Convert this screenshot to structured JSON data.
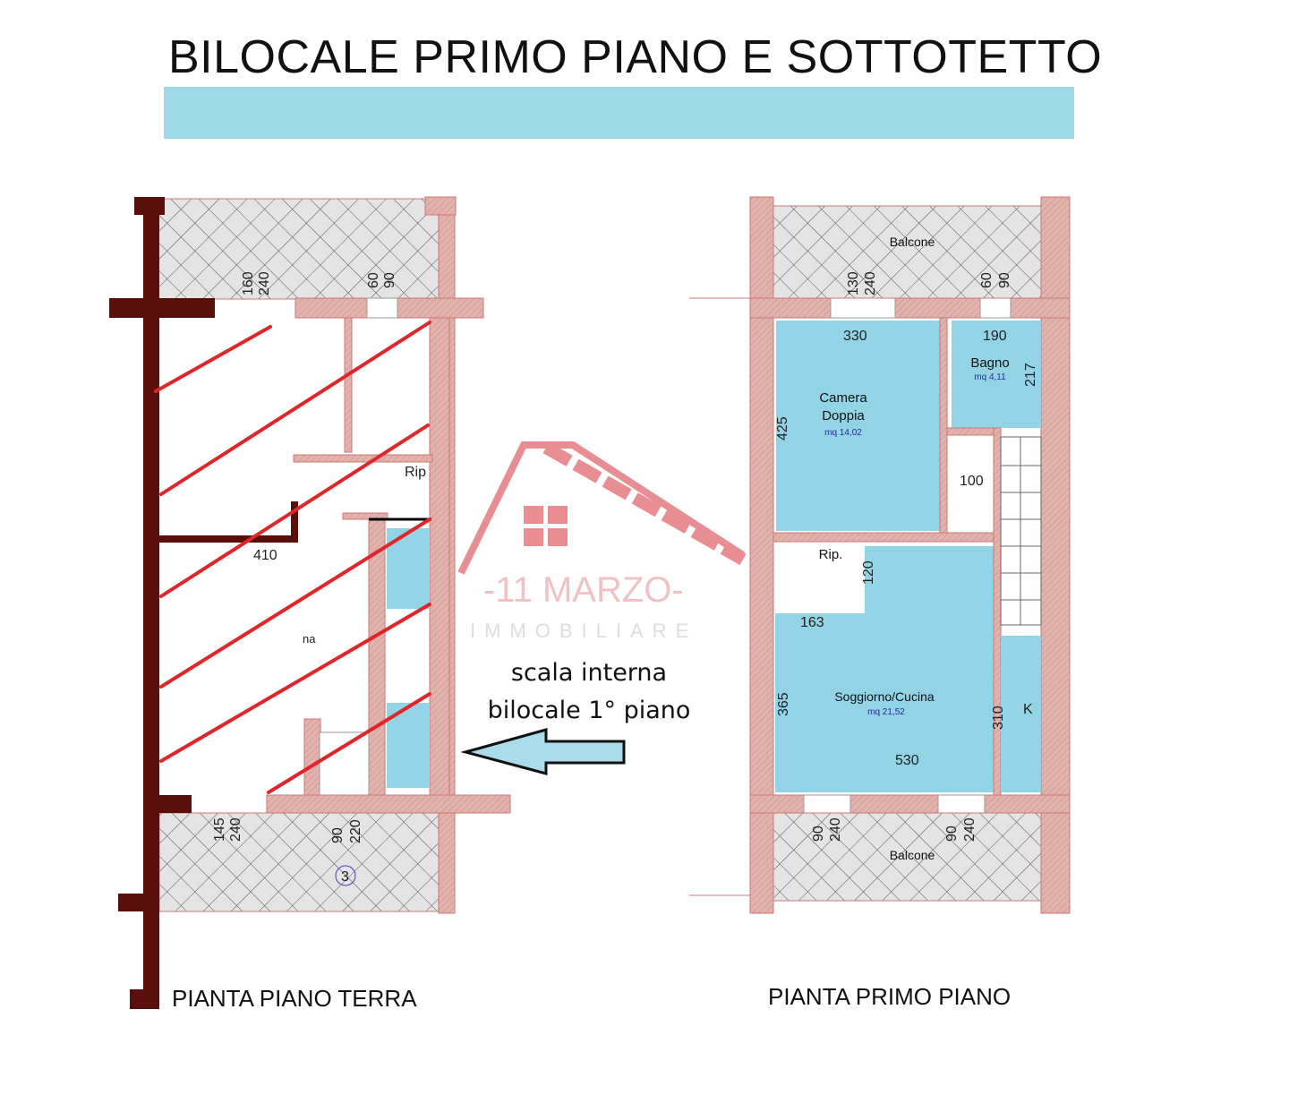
{
  "title": "BILOCALE PRIMO PIANO E SOTTOTETTO",
  "colors": {
    "banner": "#9ed9e8",
    "wall": "#d9a39d",
    "dark_wall": "#5a0f0a",
    "room_fill": "#92d4e6",
    "strike": "#e0262a",
    "arrow_fill": "#a9dbea"
  },
  "ground_floor": {
    "caption": "PIANTA PIANO TERRA",
    "dims_top": [
      "160",
      "240",
      "60",
      "90"
    ],
    "dims_bottom": [
      "145",
      "240",
      "90",
      "220"
    ],
    "partial_labels": [
      "Rip",
      "410",
      "na"
    ],
    "marker": "3"
  },
  "first_floor": {
    "caption": "PIANTA PRIMO PIANO",
    "balcony_top": "Balcone",
    "balcony_bottom": "Balcone",
    "dims_top": [
      "130",
      "240",
      "60",
      "90"
    ],
    "dims_bottom": [
      "90",
      "240",
      "90",
      "240"
    ],
    "rooms": [
      {
        "name_line1": "Camera",
        "name_line2": "Doppia",
        "area": "mq 14,02"
      },
      {
        "name_line1": "Bagno",
        "area": "mq 4,11"
      },
      {
        "name_line1": "Rip."
      },
      {
        "name_line1": "Soggiorno/Cucina",
        "area": "mq 21,52"
      }
    ],
    "dims": {
      "d330": "330",
      "d190": "190",
      "d217": "217",
      "d425": "425",
      "d100": "100",
      "d120": "120",
      "d163": "163",
      "d365": "365",
      "d530": "530",
      "d310": "310",
      "k": "K"
    }
  },
  "annotation": {
    "line1": "scala interna",
    "line2": "bilocale 1° piano"
  },
  "watermark": {
    "brand": "-11 MARZO-",
    "sub": "IMMOBILIARE"
  }
}
